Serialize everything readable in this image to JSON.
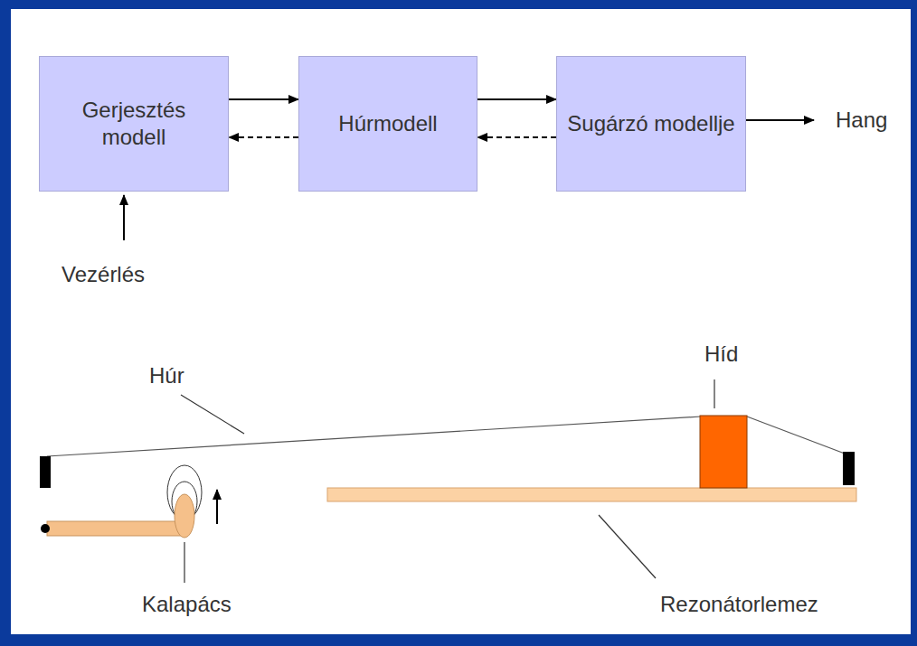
{
  "diagram": {
    "nodes": [
      {
        "text": [
          "Gerjesztés modell"
        ]
      },
      {
        "text": [
          "Húrmodell"
        ]
      },
      {
        "text": [
          "Sugárzó modellje"
        ]
      }
    ],
    "edges": [
      {
        "from": 0,
        "to": 1,
        "arrow": "to"
      },
      {
        "from": 1,
        "to": 0,
        "arrow": "to"
      },
      {
        "from": 1,
        "to": 2,
        "arrow": "to"
      },
      {
        "from": 2,
        "to": 1,
        "arrow": "to"
      }
    ],
    "labels": [
      "Hang",
      "Vezérlés",
      "Húr",
      "Híd",
      "Kalapács",
      "Rezonátorlemez"
    ]
  }
}
